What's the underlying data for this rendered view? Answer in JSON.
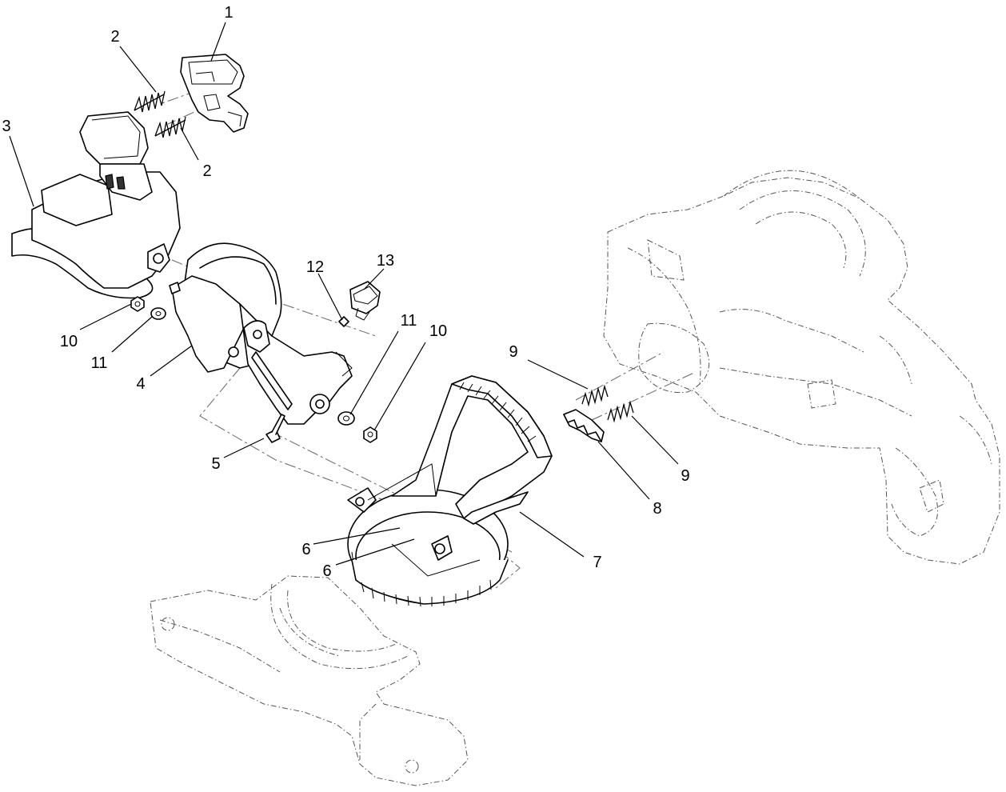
{
  "diagram": {
    "callouts": [
      {
        "id": "c1",
        "label": "1"
      },
      {
        "id": "c2a",
        "label": "2"
      },
      {
        "id": "c2b",
        "label": "2"
      },
      {
        "id": "c3",
        "label": "3"
      },
      {
        "id": "c4",
        "label": "4"
      },
      {
        "id": "c5",
        "label": "5"
      },
      {
        "id": "c6a",
        "label": "6"
      },
      {
        "id": "c6b",
        "label": "6"
      },
      {
        "id": "c7",
        "label": "7"
      },
      {
        "id": "c8",
        "label": "8"
      },
      {
        "id": "c9a",
        "label": "9"
      },
      {
        "id": "c9b",
        "label": "9"
      },
      {
        "id": "c10a",
        "label": "10"
      },
      {
        "id": "c10b",
        "label": "10"
      },
      {
        "id": "c11a",
        "label": "11"
      },
      {
        "id": "c11b",
        "label": "11"
      },
      {
        "id": "c12",
        "label": "12"
      },
      {
        "id": "c13",
        "label": "13"
      }
    ]
  }
}
